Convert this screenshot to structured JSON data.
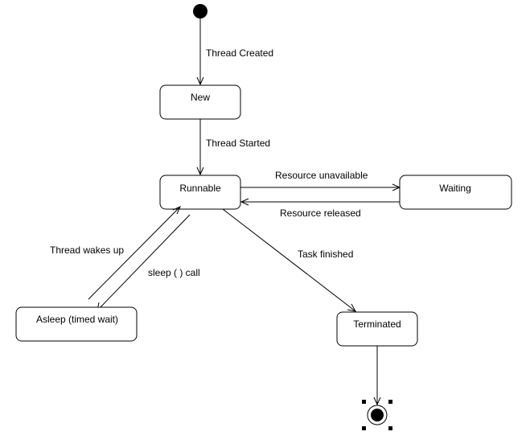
{
  "states": {
    "new": "New",
    "runnable": "Runnable",
    "waiting": "Waiting",
    "asleep": "Asleep (timed wait)",
    "terminated": "Terminated"
  },
  "transitions": {
    "thread_created": "Thread Created",
    "thread_started": "Thread Started",
    "resource_unavailable": "Resource unavailable",
    "resource_released": "Resource released",
    "thread_wakes_up": "Thread wakes up",
    "sleep_call": "sleep ( ) call",
    "task_finished": "Task finished"
  },
  "colors": {
    "stroke": "#000000",
    "fill": "#ffffff"
  }
}
